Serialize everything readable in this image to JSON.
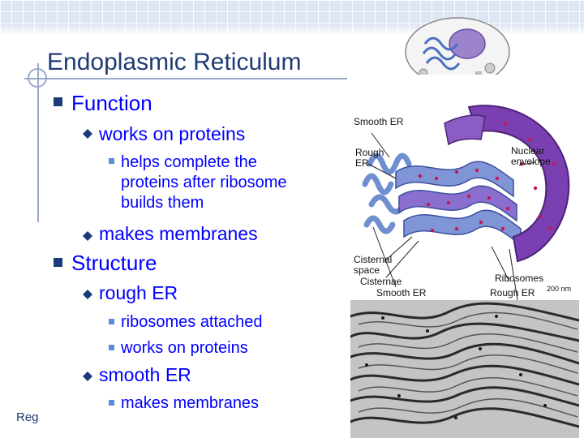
{
  "slide": {
    "title": "Endoplasmic Reticulum",
    "footer": "Reg",
    "bullets": [
      {
        "text": "Function",
        "children": [
          {
            "text": "works on proteins",
            "children": [
              {
                "text": "helps complete the"
              },
              {
                "text": "proteins after ribosome"
              },
              {
                "text": "builds them"
              }
            ]
          },
          {
            "text": "makes membranes"
          }
        ]
      },
      {
        "text": "Structure",
        "children": [
          {
            "text": "rough ER",
            "children": [
              {
                "text": "ribosomes attached"
              },
              {
                "text": "works on proteins"
              }
            ]
          },
          {
            "text": "smooth ER",
            "children": [
              {
                "text": "makes membranes"
              }
            ]
          }
        ]
      }
    ]
  },
  "figure": {
    "labels": {
      "smooth_er_top": "Smooth ER",
      "rough_er_1": "Rough",
      "rough_er_2": "ER",
      "nuclear_1": "Nuclear",
      "nuclear_2": "envelope",
      "cisternal_1": "Cisternal",
      "cisternal_2": "space",
      "cisternae": "Cisternae",
      "smooth_er_bottom": "Smooth ER",
      "ribosomes": "Ribosomes",
      "rough_er_bottom": "Rough ER",
      "scale": "200 nm"
    }
  },
  "colors": {
    "title": "#1f3b73",
    "bullet_text": "#0000ff",
    "bullet_square": "#1a3a7a",
    "sub_bullet": "#5b8cd6",
    "er_blue": "#6f8fcf",
    "er_purple": "#7a3fb0"
  }
}
